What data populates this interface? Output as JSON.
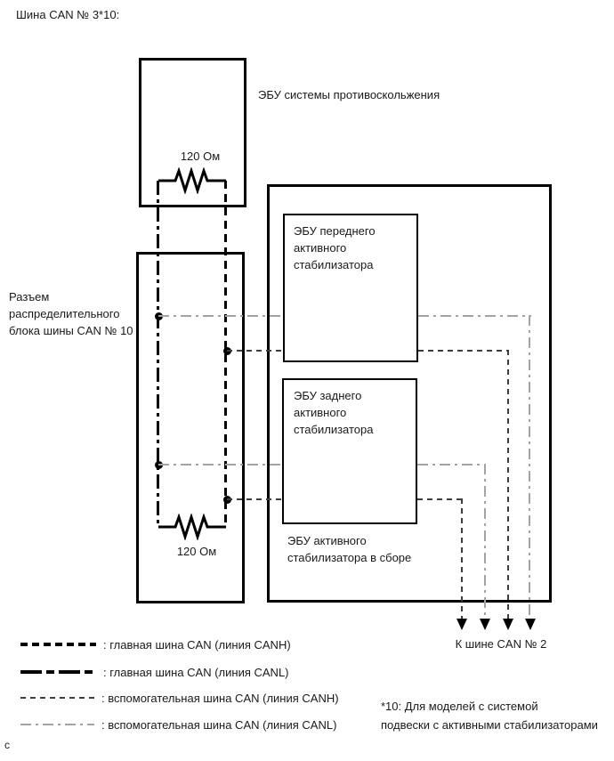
{
  "title": "Шина CAN № 3*10:",
  "page_marker": "с",
  "colors": {
    "main_bus": "#000000",
    "aux_canh": "#3d3d3d",
    "aux_canl": "#a3a3a3",
    "background": "#ffffff"
  },
  "boxes": {
    "abs_ecu_label": "ЭБУ системы противоскольжения",
    "junction_block_label": "Разъем\nраспределительного\nблока шины CAN № 10",
    "front_stabilizer_ecu": "ЭБУ переднего\nактивного\nстабилизатора",
    "rear_stabilizer_ecu": "ЭБУ заднего\nактивного\nстабилизатора",
    "stabilizer_assembly_label": "ЭБУ активного\nстабилизатора в сборе"
  },
  "resistors": {
    "top_value": "120 Ом",
    "bottom_value": "120 Ом"
  },
  "arrows_label": "К шине CAN № 2",
  "legend": [
    {
      "style": "main-canh",
      "label": ": главная шина CAN (линия CANH)"
    },
    {
      "style": "main-canl",
      "label": ": главная шина CAN (линия CANL)"
    },
    {
      "style": "aux-canh",
      "label": ": вспомогательная шина CAN (линия CANH)"
    },
    {
      "style": "aux-canl",
      "label": ": вспомогательная шина CAN (линия CANL)"
    }
  ],
  "footnote": "*10: Для моделей с системой\nподвески с активными стабилизаторами"
}
